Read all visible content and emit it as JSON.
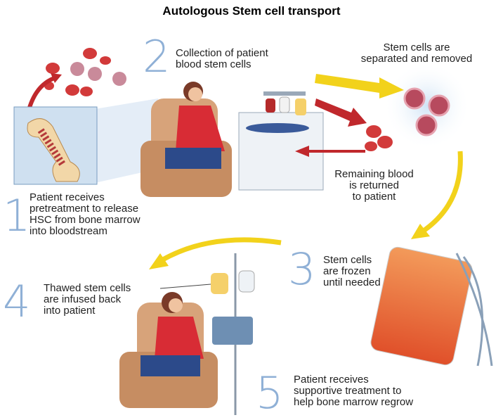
{
  "title": "Autologous Stem cell transport",
  "steps": [
    {
      "number": "1",
      "lines": [
        "Patient receives",
        "pretreatment to release",
        "HSC from bone marrow",
        "into bloodstream"
      ]
    },
    {
      "number": "2",
      "lines": [
        "Collection of patient",
        "blood stem cells"
      ]
    },
    {
      "number": "3",
      "lines": [
        "Stem cells",
        "are frozen",
        "until needed"
      ]
    },
    {
      "number": "4",
      "lines": [
        "Thawed stem cells",
        "are infused back",
        "into patient"
      ]
    },
    {
      "number": "5",
      "lines": [
        "Patient receives",
        "supportive treatment to",
        "help bone marrow regrow"
      ]
    }
  ],
  "annotations": {
    "separated": [
      "Stem cells are",
      "separated and removed"
    ],
    "returned": [
      "Remaining blood",
      "is returned",
      "to patient"
    ]
  },
  "colors": {
    "number": "#8fb0d6",
    "arrow_yellow": "#f2d21b",
    "arrow_red": "#c0282c",
    "blood_cell": "#d23a3a"
  }
}
